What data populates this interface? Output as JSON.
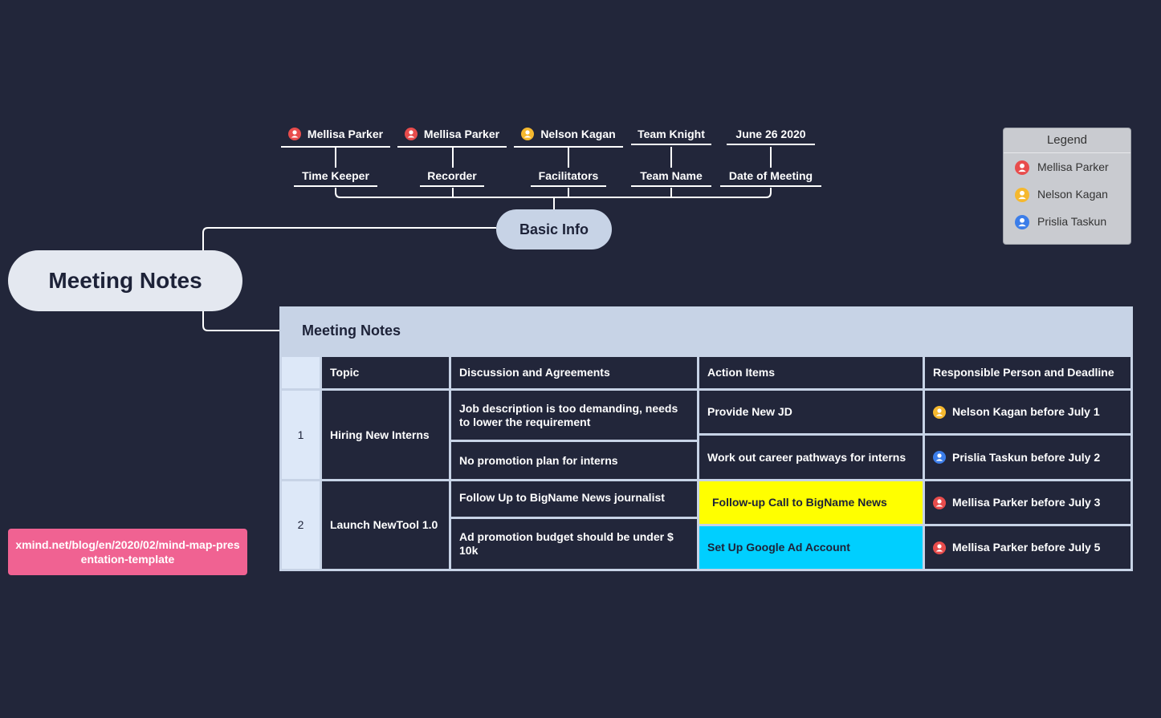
{
  "root": {
    "title": "Meeting Notes"
  },
  "basic_info": {
    "title": "Basic Info",
    "roles": [
      {
        "role": "Time Keeper",
        "value": "Mellisa Parker",
        "icon": "red-person-icon"
      },
      {
        "role": "Recorder",
        "value": "Mellisa Parker",
        "icon": "red-person-icon"
      },
      {
        "role": "Facilitators",
        "value": "Nelson Kagan",
        "icon": "yellow-person-icon"
      },
      {
        "role": "Team Name",
        "value": "Team Knight",
        "icon": ""
      },
      {
        "role": "Date of Meeting",
        "value": "June 26 2020",
        "icon": ""
      }
    ]
  },
  "legend": {
    "title": "Legend",
    "items": [
      {
        "name": "Mellisa Parker",
        "color": "#e84c4c"
      },
      {
        "name": "Nelson Kagan",
        "color": "#f5b82e"
      },
      {
        "name": "Prislia Taskun",
        "color": "#3b7de9"
      }
    ]
  },
  "link": {
    "text": "xmind.net/blog/en/2020/02/mind-map-presentation-template"
  },
  "table": {
    "title": "Meeting Notes",
    "headers": [
      "",
      "Topic",
      "Discussion and Agreements",
      "Action Items",
      "Responsible Person and Deadline"
    ],
    "rows": [
      {
        "num": "1",
        "topic": "Hiring New Interns",
        "discussions": [
          "Job description is too demanding, needs to lower the requirement",
          "No promotion plan for interns"
        ],
        "actions": [
          {
            "text": "Provide New JD",
            "bg": ""
          },
          {
            "text": "Work out career pathways for interns",
            "bg": ""
          }
        ],
        "responsible": [
          {
            "text": "Nelson Kagan before July 1",
            "color": "#f5b82e"
          },
          {
            "text": "Prislia Taskun before July 2",
            "color": "#3b7de9"
          }
        ]
      },
      {
        "num": "2",
        "topic": "Launch NewTool 1.0",
        "discussions": [
          "Follow Up to BigName News journalist",
          "Ad promotion budget should be under $ 10k"
        ],
        "actions": [
          {
            "text": "Follow-up Call to BigName News",
            "bg": "#ffff00"
          },
          {
            "text": "Set Up Google Ad Account",
            "bg": "#00cfff"
          }
        ],
        "responsible": [
          {
            "text": "Mellisa Parker before July 3",
            "color": "#e84c4c"
          },
          {
            "text": "Mellisa Parker before July 5",
            "color": "#e84c4c"
          }
        ]
      }
    ]
  },
  "colors": {
    "background": "#22263a",
    "root_fill": "#e4e8f0",
    "header_fill": "#c7d3e6",
    "link_fill": "#f06292"
  }
}
